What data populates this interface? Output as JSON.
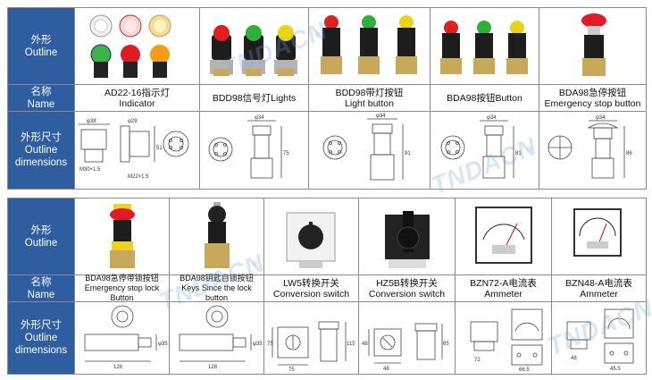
{
  "row_headers": {
    "outline": {
      "zh": "外形",
      "en": "Outline"
    },
    "name": {
      "zh": "名称",
      "en": "Name"
    },
    "dimensions": {
      "zh": "外形尺寸",
      "en1": "Outline",
      "en2": "dimensions"
    }
  },
  "table1": [
    {
      "zh": "AD22-16指示灯",
      "en": "Indicator",
      "dims": [
        "φ38",
        "φ29",
        "M30×1.5",
        "M22×1.5",
        "51"
      ]
    },
    {
      "zh": "BDD98信号灯Lights",
      "en": "",
      "dims": [
        "φ34",
        "75"
      ]
    },
    {
      "zh": "BDD98带灯按钮",
      "en": "Light button",
      "dims": [
        "φ34",
        "91"
      ]
    },
    {
      "zh": "BDA98按钮Button",
      "en": "",
      "dims": [
        "φ34",
        "81"
      ]
    },
    {
      "zh": "BDA98急停按钮",
      "en": "Emergency stop button",
      "dims": [
        "φ34",
        "86"
      ]
    }
  ],
  "table2": [
    {
      "zh": "BDA98急停带锁按钮",
      "en": "Emergency stop lock Button",
      "dims": [
        "128",
        "φ35"
      ]
    },
    {
      "zh": "BDA98钥匙自锁按钮",
      "en": "Keys Since the lock button",
      "dims": [
        "128",
        "φ35"
      ]
    },
    {
      "zh": "LW5转换开关",
      "en": "Conversion switch",
      "dims": [
        "75",
        "75",
        "115"
      ]
    },
    {
      "zh": "HZ5B转换开关",
      "en": "Conversion switch",
      "dims": [
        "48",
        "48",
        "65"
      ]
    },
    {
      "zh": "BZN72-A电流表",
      "en": "Ammeter",
      "dims": [
        "72",
        "66.5"
      ]
    },
    {
      "zh": "BZN48-A电流表",
      "en": "Ammeter",
      "dims": [
        "48",
        "45.5"
      ]
    }
  ],
  "watermark": "TNDACN",
  "registered_mark": "®",
  "colors": {
    "header_bg": "#2e5e9f",
    "watermark": "#78aad7"
  }
}
